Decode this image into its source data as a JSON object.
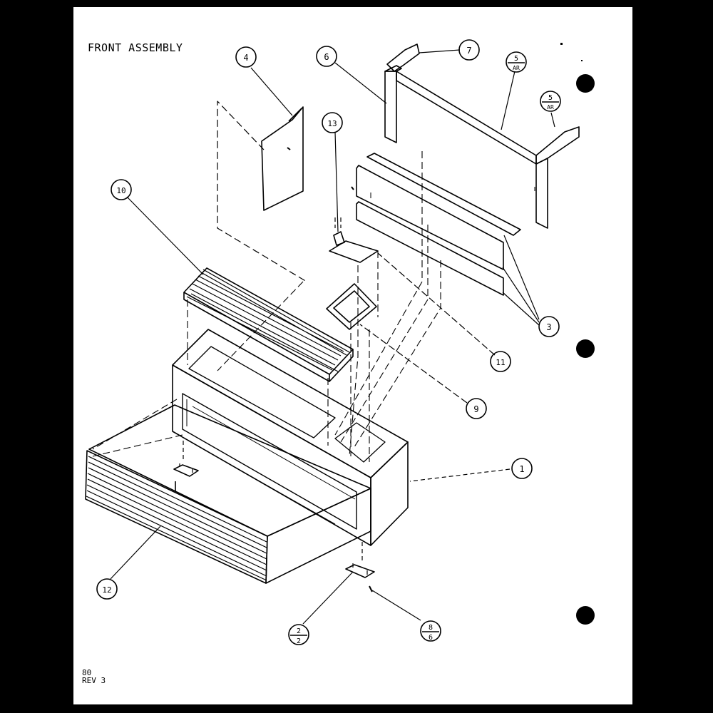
{
  "title": "FRONT ASSEMBLY",
  "footer": {
    "line1": "80",
    "line2": "REV 3"
  },
  "callouts": [
    {
      "id": "4",
      "label": "4"
    },
    {
      "id": "6",
      "label": "6"
    },
    {
      "id": "7",
      "label": "7"
    },
    {
      "id": "5ar-a",
      "top": "5",
      "bottom": "AR"
    },
    {
      "id": "5ar-b",
      "top": "5",
      "bottom": "AR"
    },
    {
      "id": "13",
      "label": "13"
    },
    {
      "id": "10",
      "label": "10"
    },
    {
      "id": "3",
      "label": "3"
    },
    {
      "id": "11",
      "label": "11"
    },
    {
      "id": "9",
      "label": "9"
    },
    {
      "id": "1",
      "label": "1"
    },
    {
      "id": "12",
      "label": "12"
    },
    {
      "id": "2-2",
      "top": "2",
      "bottom": "2"
    },
    {
      "id": "8-6",
      "top": "8",
      "bottom": "6"
    }
  ]
}
